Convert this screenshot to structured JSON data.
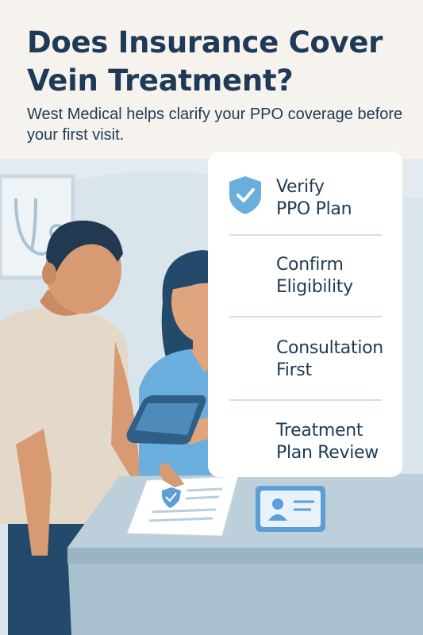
{
  "header": {
    "title": "Does Insurance Cover Vein Treatment?",
    "subtitle": "West Medical helps clarify your PPO coverage before your first visit."
  },
  "steps": [
    {
      "label": "Verify\nPPO Plan",
      "icon": "shield-check-icon"
    },
    {
      "label": "Confirm\nEligibility"
    },
    {
      "label": "Consultation\nFirst"
    },
    {
      "label": "Treatment\nPlan Review"
    }
  ],
  "colors": {
    "title": "#1f3a56",
    "accent": "#5b9fd6",
    "background": "#f6f3ef",
    "scrubs": "#6aaedd",
    "counter": "#a9c0cf"
  }
}
